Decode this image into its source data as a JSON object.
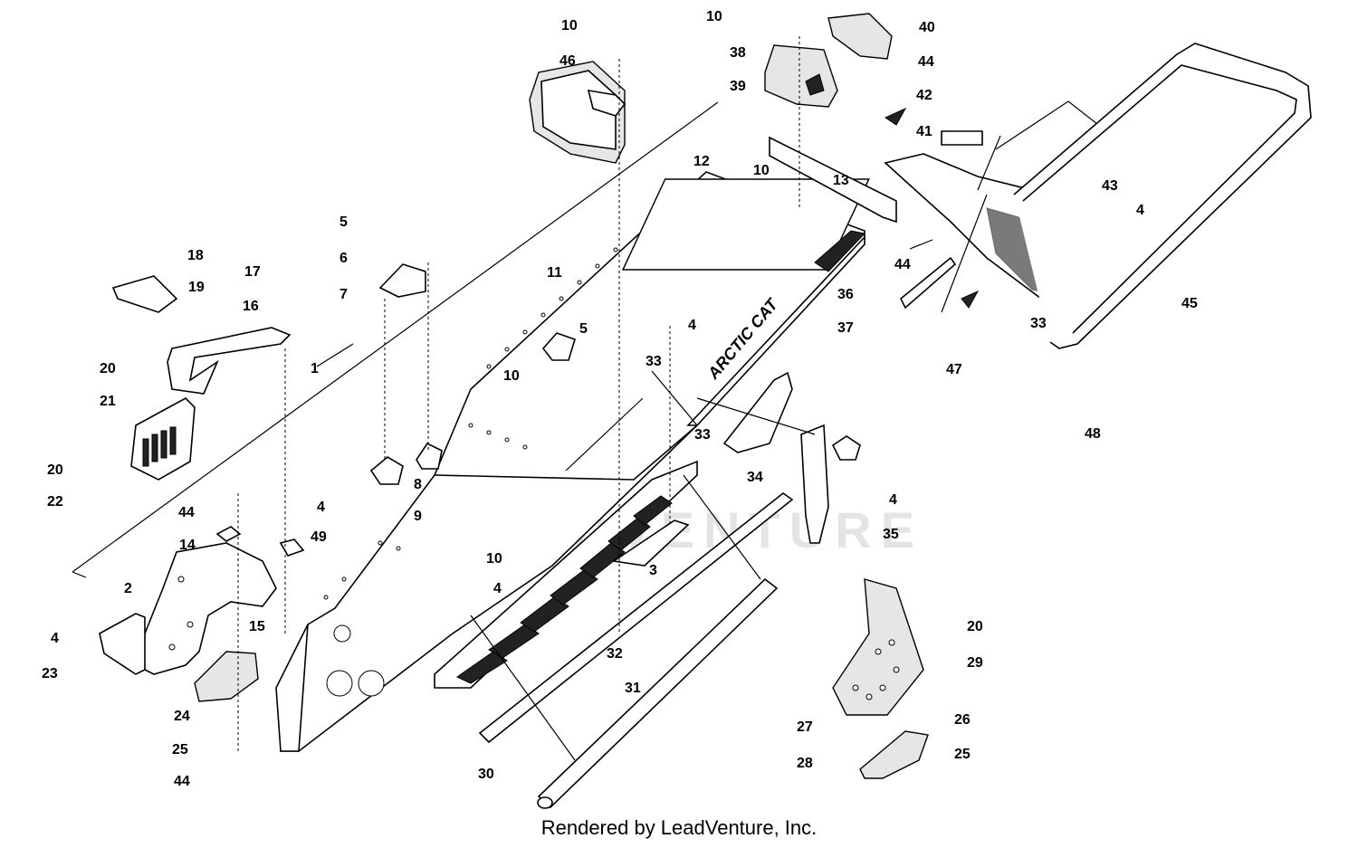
{
  "watermark": "LEADVENTURE",
  "credit": "Rendered by LeadVenture, Inc.",
  "decal_text": "ARCTIC CAT",
  "callouts": [
    {
      "id": "c1",
      "text": "1"
    },
    {
      "id": "c2",
      "text": "2"
    },
    {
      "id": "c3",
      "text": "3"
    },
    {
      "id": "c4a",
      "text": "4"
    },
    {
      "id": "c4b",
      "text": "4"
    },
    {
      "id": "c4c",
      "text": "4"
    },
    {
      "id": "c4d",
      "text": "4"
    },
    {
      "id": "c4e",
      "text": "4"
    },
    {
      "id": "c4f",
      "text": "4"
    },
    {
      "id": "c5a",
      "text": "5"
    },
    {
      "id": "c5b",
      "text": "5"
    },
    {
      "id": "c6",
      "text": "6"
    },
    {
      "id": "c7",
      "text": "7"
    },
    {
      "id": "c8",
      "text": "8"
    },
    {
      "id": "c9",
      "text": "9"
    },
    {
      "id": "c10a",
      "text": "10"
    },
    {
      "id": "c10b",
      "text": "10"
    },
    {
      "id": "c10c",
      "text": "10"
    },
    {
      "id": "c10d",
      "text": "10"
    },
    {
      "id": "c10e",
      "text": "10"
    },
    {
      "id": "c11",
      "text": "11"
    },
    {
      "id": "c12",
      "text": "12"
    },
    {
      "id": "c13",
      "text": "13"
    },
    {
      "id": "c14",
      "text": "14"
    },
    {
      "id": "c15",
      "text": "15"
    },
    {
      "id": "c16",
      "text": "16"
    },
    {
      "id": "c17",
      "text": "17"
    },
    {
      "id": "c18",
      "text": "18"
    },
    {
      "id": "c19",
      "text": "19"
    },
    {
      "id": "c20a",
      "text": "20"
    },
    {
      "id": "c20b",
      "text": "20"
    },
    {
      "id": "c20c",
      "text": "20"
    },
    {
      "id": "c21",
      "text": "21"
    },
    {
      "id": "c22",
      "text": "22"
    },
    {
      "id": "c23",
      "text": "23"
    },
    {
      "id": "c24",
      "text": "24"
    },
    {
      "id": "c25a",
      "text": "25"
    },
    {
      "id": "c25b",
      "text": "25"
    },
    {
      "id": "c26",
      "text": "26"
    },
    {
      "id": "c27",
      "text": "27"
    },
    {
      "id": "c28",
      "text": "28"
    },
    {
      "id": "c29",
      "text": "29"
    },
    {
      "id": "c30",
      "text": "30"
    },
    {
      "id": "c31",
      "text": "31"
    },
    {
      "id": "c32",
      "text": "32"
    },
    {
      "id": "c33a",
      "text": "33"
    },
    {
      "id": "c33b",
      "text": "33"
    },
    {
      "id": "c33c",
      "text": "33"
    },
    {
      "id": "c34",
      "text": "34"
    },
    {
      "id": "c35",
      "text": "35"
    },
    {
      "id": "c36",
      "text": "36"
    },
    {
      "id": "c37",
      "text": "37"
    },
    {
      "id": "c38",
      "text": "38"
    },
    {
      "id": "c39",
      "text": "39"
    },
    {
      "id": "c40",
      "text": "40"
    },
    {
      "id": "c41",
      "text": "41"
    },
    {
      "id": "c42",
      "text": "42"
    },
    {
      "id": "c43",
      "text": "43"
    },
    {
      "id": "c44a",
      "text": "44"
    },
    {
      "id": "c44b",
      "text": "44"
    },
    {
      "id": "c44c",
      "text": "44"
    },
    {
      "id": "c44d",
      "text": "44"
    },
    {
      "id": "c45",
      "text": "45"
    },
    {
      "id": "c46",
      "text": "46"
    },
    {
      "id": "c47",
      "text": "47"
    },
    {
      "id": "c48",
      "text": "48"
    },
    {
      "id": "c49",
      "text": "49"
    }
  ]
}
